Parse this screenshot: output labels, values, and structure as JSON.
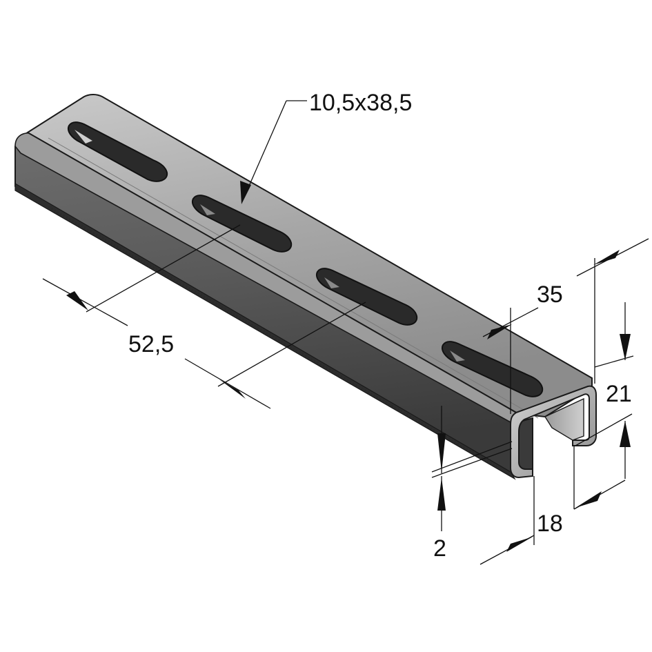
{
  "drawing": {
    "subject": "slotted C-channel",
    "colors": {
      "steel_light": "#b8b8b8",
      "steel_mid": "#8a8a8a",
      "steel_dark": "#4a4a4a",
      "edge": "#1a1a1a",
      "slot_inner": "#2a2a2a",
      "background": "#ffffff"
    }
  },
  "dimensions": {
    "slot_size": "10,5x38,5",
    "slot_pitch": "52,5",
    "width": "35",
    "height": "21",
    "opening": "18",
    "thickness": "2"
  }
}
